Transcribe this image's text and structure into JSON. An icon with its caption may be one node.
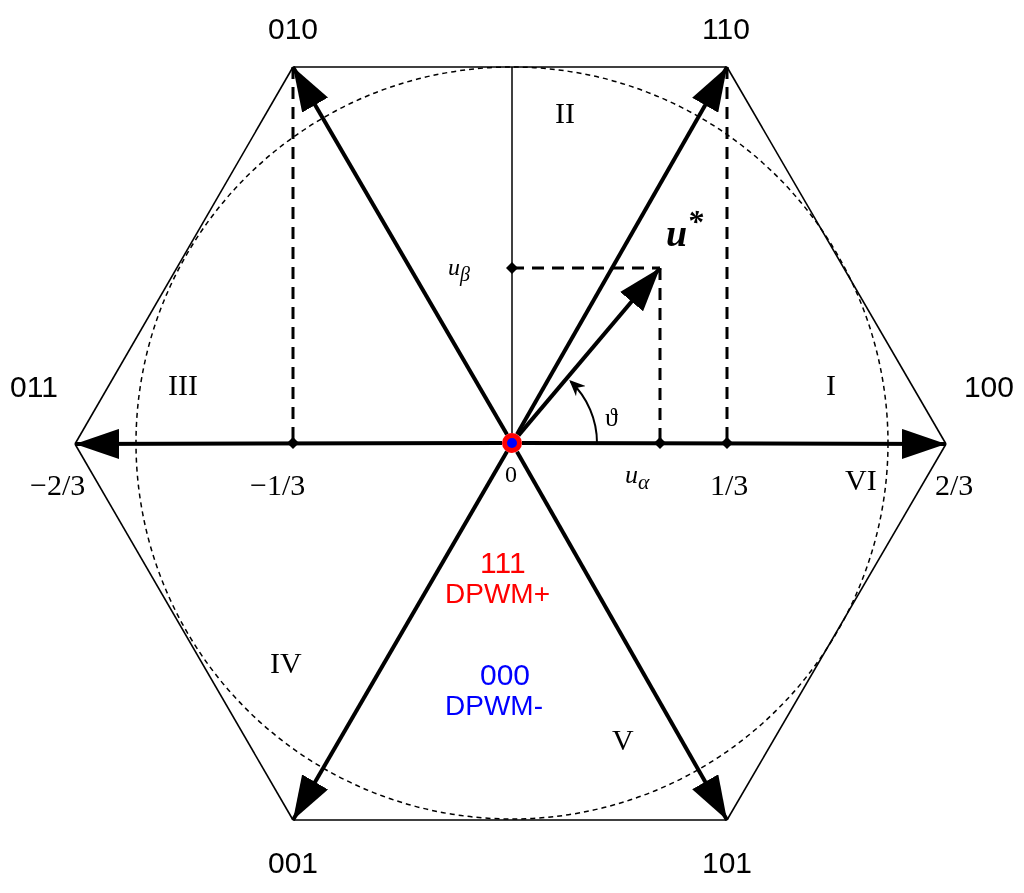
{
  "diagram": {
    "nodes": [
      {
        "text": [],
        "shape": "circle"
      },
      {
        "text": [
          "100"
        ]
      },
      {
        "text": [
          "110"
        ]
      },
      {
        "text": [
          "010"
        ]
      },
      {
        "text": [
          "011"
        ]
      },
      {
        "text": [
          "001"
        ]
      },
      {
        "text": [
          "101"
        ]
      },
      {
        "text": [
          "u$^{*}$"
        ]
      }
    ],
    "edges": [
      {
        "from": 0,
        "to": 1,
        "arrow": "to"
      },
      {
        "from": 0,
        "to": 2,
        "arrow": "to"
      },
      {
        "from": 0,
        "to": 3,
        "arrow": "to"
      },
      {
        "from": 0,
        "to": 4,
        "arrow": "to"
      },
      {
        "from": 0,
        "to": 5,
        "arrow": "to"
      },
      {
        "from": 0,
        "to": 6,
        "arrow": "to"
      },
      {
        "from": 0,
        "to": 7,
        "arrow": "to"
      },
      {
        "from": 1,
        "to": 2,
        "arrow": "none"
      },
      {
        "from": 2,
        "to": 3,
        "arrow": "none"
      },
      {
        "from": 3,
        "to": 4,
        "arrow": "none"
      },
      {
        "from": 4,
        "to": 5,
        "arrow": "none"
      },
      {
        "from": 5,
        "to": 6,
        "arrow": "none"
      },
      {
        "from": 6,
        "to": 1,
        "arrow": "none"
      }
    ],
    "labels": [
      "II",
      "u$_{β}$",
      "III",
      "I",
      "ϑ",
      "−2/3",
      "−1/3",
      "0",
      "u$_{α}$",
      "1/3",
      "VI",
      "2/3",
      "111",
      "DPWM+",
      "IV",
      "000",
      "DPWM-",
      "V"
    ]
  }
}
